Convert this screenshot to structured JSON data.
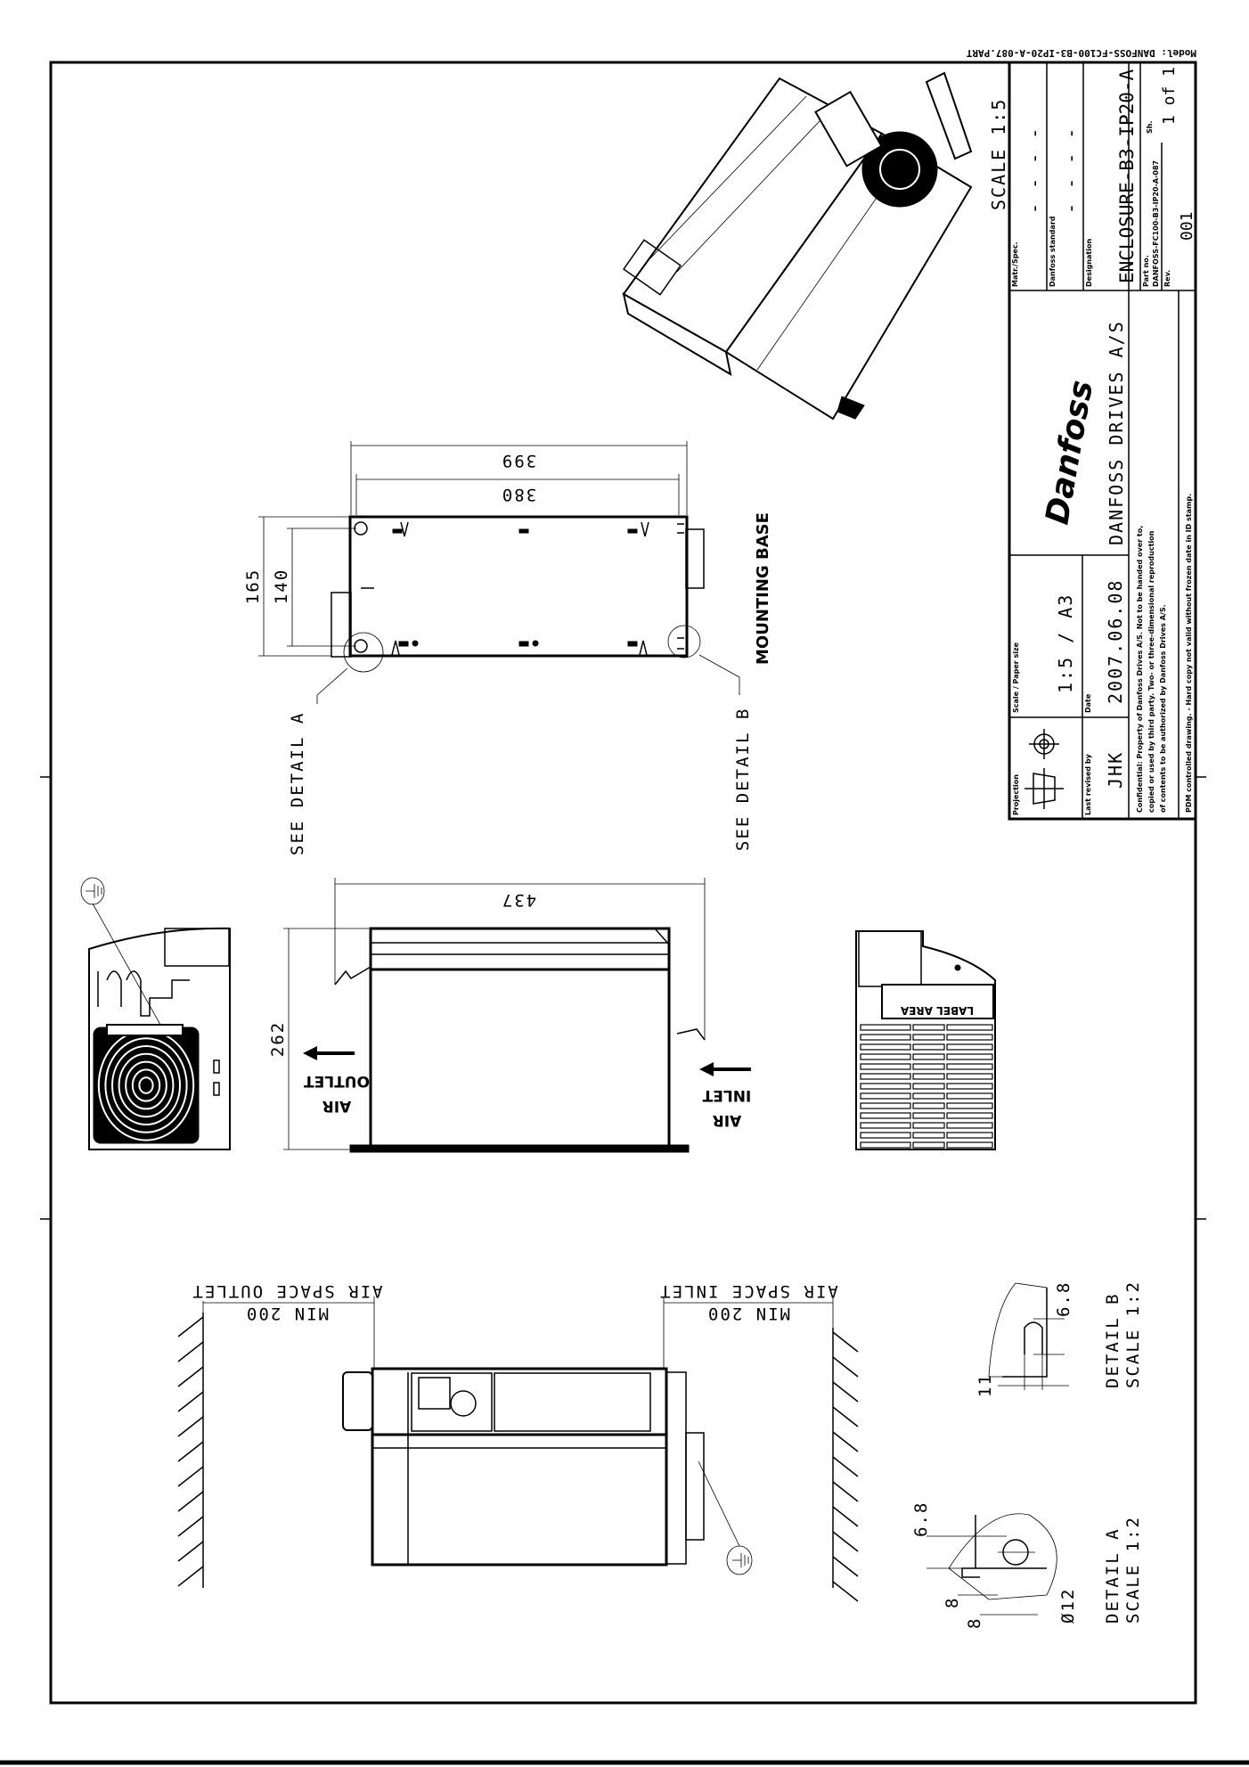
{
  "header": {
    "model": "Model: DANFOSS-FC100-B3-IP20-A-087.PART"
  },
  "iso_view": {
    "scale_label": "SCALE 1:5"
  },
  "mounting_base": {
    "title": "MOUNTING BASE",
    "dims": {
      "overall_length": "399",
      "hole_spacing_length": "380",
      "overall_width": "165",
      "hole_spacing_width": "140"
    },
    "detail_a_callout": "SEE DETAIL A",
    "detail_b_callout": "SEE DETAIL B"
  },
  "side_view": {
    "dims": {
      "depth": "437",
      "height": "262"
    },
    "air_outlet": [
      "AIR",
      "OUTLET"
    ],
    "air_inlet": [
      "AIR",
      "INLET"
    ],
    "label_area": "LABEL AREA"
  },
  "front_view": {
    "air_space_outlet": "AIR SPACE OUTLET",
    "air_space_inlet": "AIR SPACE INLET",
    "min_outlet": "MIN 200",
    "min_inlet": "MIN 200"
  },
  "detail_a": {
    "title": "DETAIL A",
    "scale": "SCALE 1:2",
    "dims": [
      "6.8",
      "8",
      "8",
      "Ø12"
    ]
  },
  "detail_b": {
    "title": "DETAIL B",
    "scale": "SCALE 1:2",
    "dims": [
      "6.8",
      "11"
    ]
  },
  "title_block": {
    "projection_label": "Projection",
    "scale_label": "Scale / Paper size",
    "scale_value": "1:5 / A3",
    "revised_label": "Last revised by",
    "revised_value": "JHK",
    "date_label": "Date",
    "date_value": "2007.06.08",
    "logo": "Danfoss",
    "company": "DANFOSS DRIVES A/S",
    "matr_label": "Matr./Spec.",
    "matr_value": "- - - -",
    "standard_label": "Danfoss standard",
    "standard_value": "- - - -",
    "designation_label": "Designation",
    "designation_value": "ENCLOSURE-B3-IP20-A",
    "part_label": "Part no.",
    "part_value": "DANFOSS-FC100-B3-IP20-A-087",
    "sheet_label": "Sh.",
    "sheet_value": "1 of 1",
    "rev_label": "Rev.",
    "rev_value": "001",
    "confidential": [
      "Confidential: Property of Danfoss Drives A/S. Not to be handed over to,",
      "copied or used by third party. Two- or three-dimensional reproduction",
      "of contents to be authorized by Danfoss Drives A/S."
    ],
    "pdm": "PDM controlled drawing. - Hard copy not valid without frozen date in ID stamp."
  }
}
